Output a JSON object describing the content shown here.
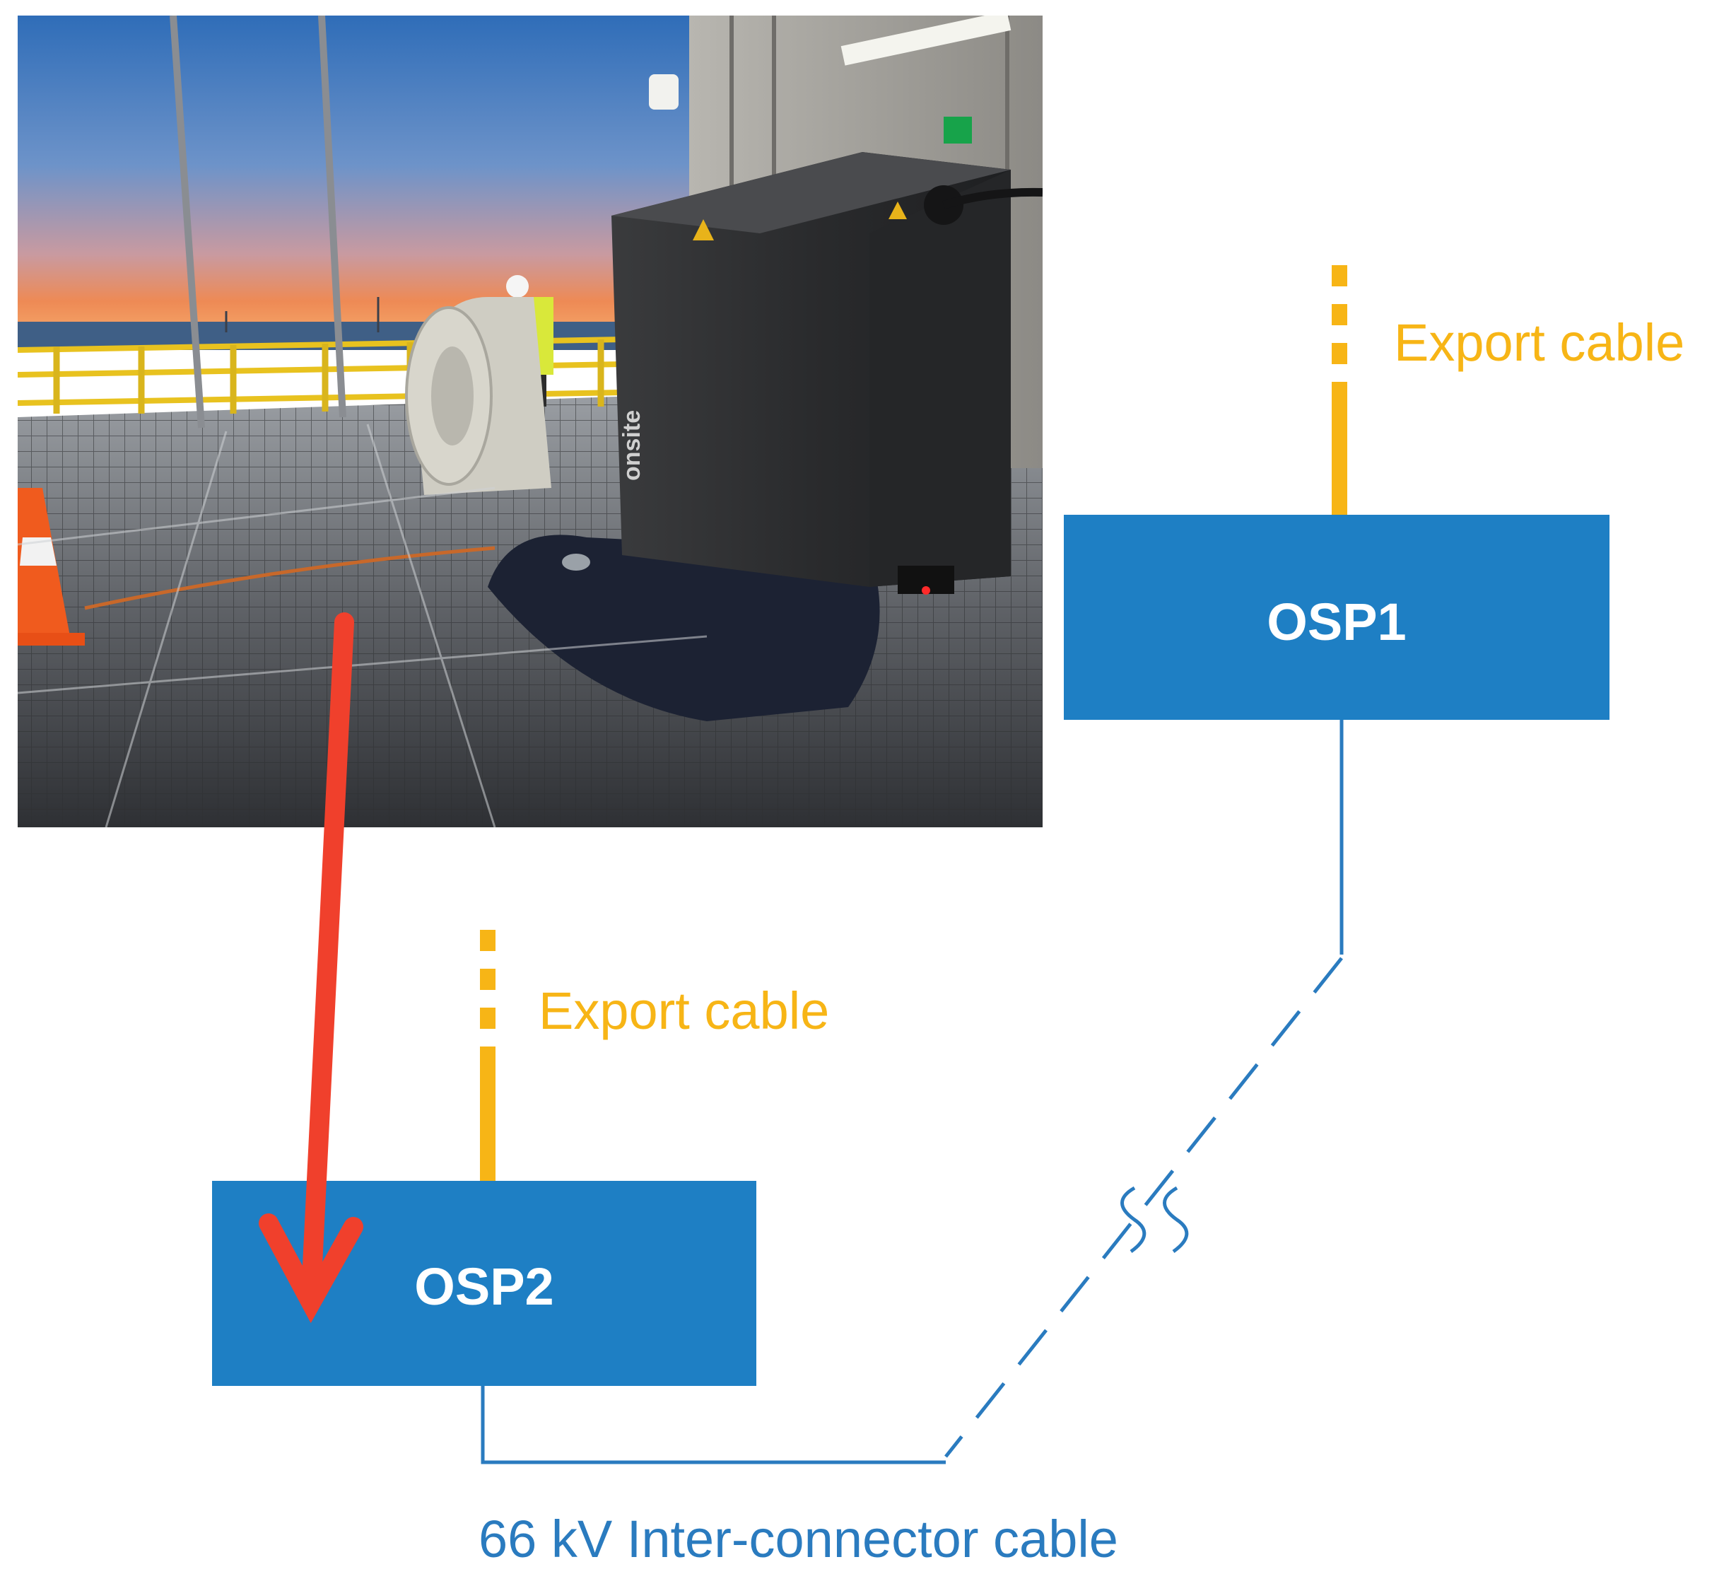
{
  "colors": {
    "box_fill": "#1e7fc4",
    "box_text": "#ffffff",
    "export_cable": "#f7b516",
    "interconnector": "#2a7bbf",
    "arrow": "#f0402c"
  },
  "photo": {
    "icon": "photograph-offshore-platform-deck-with-test-equipment-cabinet",
    "cabinet_brand": "onsite"
  },
  "osp1": {
    "label": "OSP1"
  },
  "osp2": {
    "label": "OSP2"
  },
  "export_cable_1": {
    "label": "Export cable"
  },
  "export_cable_2": {
    "label": "Export cable"
  },
  "interconnector": {
    "label": "66 kV Inter-connector cable"
  }
}
